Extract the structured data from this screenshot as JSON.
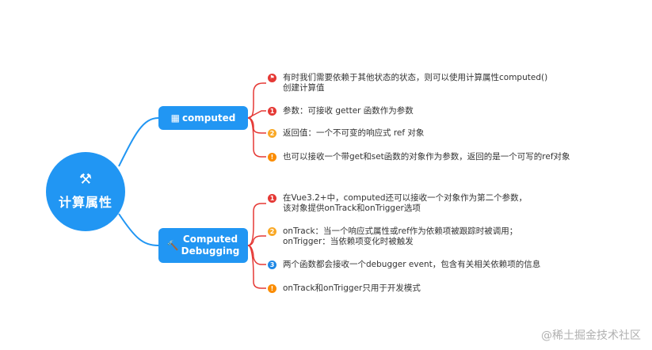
{
  "root": {
    "title": "计算属性",
    "icon": "hammer-pick-icon"
  },
  "branches": [
    {
      "label": "computed",
      "icon": "calendar-icon",
      "leaves": [
        {
          "marker": "flag",
          "color": "#e53935",
          "text": "有时我们需要依赖于其他状态的状态，则可以使用计算属性computed()\n创建计算值"
        },
        {
          "marker": "1",
          "color": "#e53935",
          "text": "参数：可接收 getter 函数作为参数"
        },
        {
          "marker": "2",
          "color": "#f9a825",
          "text": "返回值：一个不可变的响应式 ref 对象"
        },
        {
          "marker": "!",
          "color": "#fb8c00",
          "text": "也可以接收一个带get和set函数的对象作为参数，返回的是一个可写的ref对象"
        }
      ]
    },
    {
      "label": "Computed\nDebugging",
      "icon": "hammer-icon",
      "leaves": [
        {
          "marker": "1",
          "color": "#e53935",
          "text": "在Vue3.2+中，computed还可以接收一个对象作为第二个参数，\n该对象提供onTrack和onTrigger选项"
        },
        {
          "marker": "2",
          "color": "#f9a825",
          "text": "onTrack：当一个响应式属性或ref作为依赖项被跟踪时被调用；\nonTrigger：当依赖项变化时被触发"
        },
        {
          "marker": "3",
          "color": "#1e88e5",
          "text": "两个函数都会接收一个debugger event，包含有关相关依赖项的信息"
        },
        {
          "marker": "!",
          "color": "#fb8c00",
          "text": "onTrack和onTrigger只用于开发模式"
        }
      ]
    }
  ],
  "watermark": "@稀土掘金技术社区"
}
